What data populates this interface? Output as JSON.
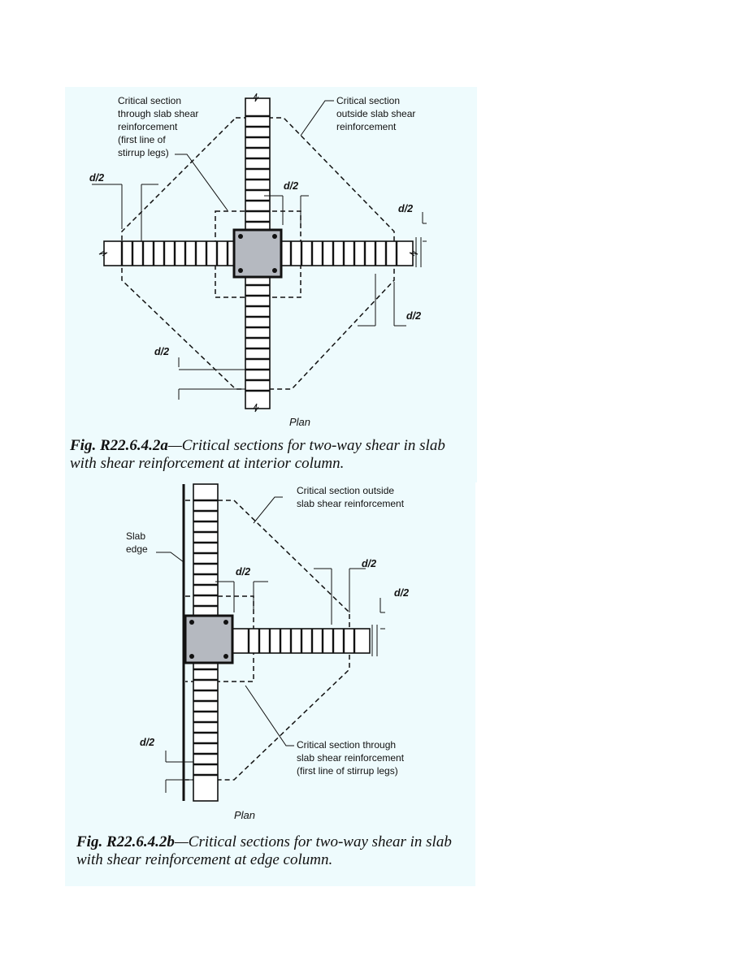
{
  "figure_a": {
    "callout_through": [
      "Critical section",
      "through slab shear",
      "reinforcement",
      "(first line of",
      "stirrup legs)"
    ],
    "callout_outside": [
      "Critical section",
      "outside slab shear",
      "reinforcement"
    ],
    "dim_label": "d/2",
    "plan_label": "Plan",
    "caption_number": "Fig. R22.6.4.2a",
    "caption_line1": "—Critical sections for two-way shear in slab",
    "caption_line2": "with shear reinforcement at interior column."
  },
  "figure_b": {
    "callout_outside": [
      "Critical section outside",
      "slab shear reinforcement"
    ],
    "slab_edge": [
      "Slab",
      "edge"
    ],
    "callout_through": [
      "Critical section through",
      "slab shear reinforcement",
      "(first line of stirrup legs)"
    ],
    "dim_label": "d/2",
    "plan_label": "Plan",
    "caption_number": "Fig. R22.6.4.2b",
    "caption_line1": "—Critical sections for two-way shear in slab",
    "caption_line2": "with shear reinforcement at edge column."
  }
}
